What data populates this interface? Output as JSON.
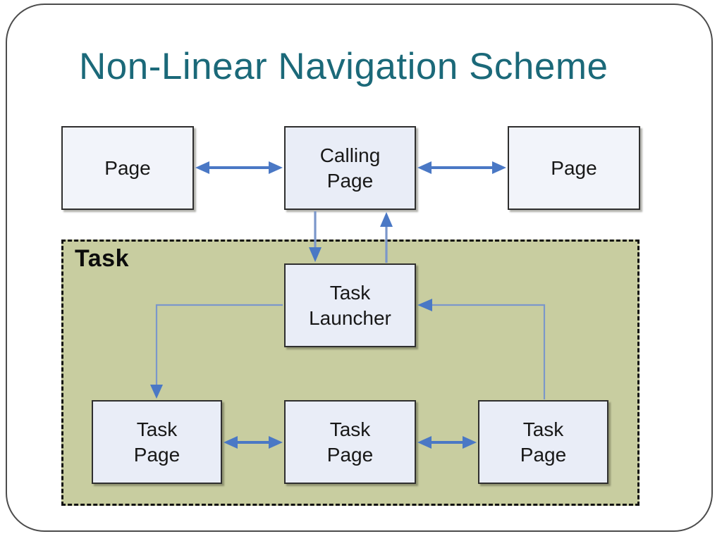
{
  "slide": {
    "title": "Non-Linear Navigation Scheme"
  },
  "task_group": {
    "label": "Task"
  },
  "nodes": {
    "page_left": {
      "label": "Page"
    },
    "calling_page": {
      "label": "Calling\nPage"
    },
    "page_right": {
      "label": "Page"
    },
    "task_launcher": {
      "label": "Task\nLauncher"
    },
    "task_page_1": {
      "label": "Task\nPage"
    },
    "task_page_2": {
      "label": "Task\nPage"
    },
    "task_page_3": {
      "label": "Task\nPage"
    }
  },
  "connections": [
    "Page <-> Calling Page",
    "Calling Page <-> Page",
    "Calling Page -> Task Launcher",
    "Task Launcher -> Calling Page",
    "Task Launcher -> Task Page (left)",
    "Task Page (right) -> Task Launcher",
    "Task Page (left) <-> Task Page (middle)",
    "Task Page (middle) <-> Task Page (right)"
  ],
  "colors": {
    "title_text": "#1b6979",
    "arrow": "#4a78c5",
    "line": "#7b97ca",
    "task_fill": "#c8cda0",
    "box_fill": "#e9edf7",
    "side_box_fill": "#f2f4fa",
    "box_border": "#2f2f2f",
    "dashed_border": "#111111"
  }
}
